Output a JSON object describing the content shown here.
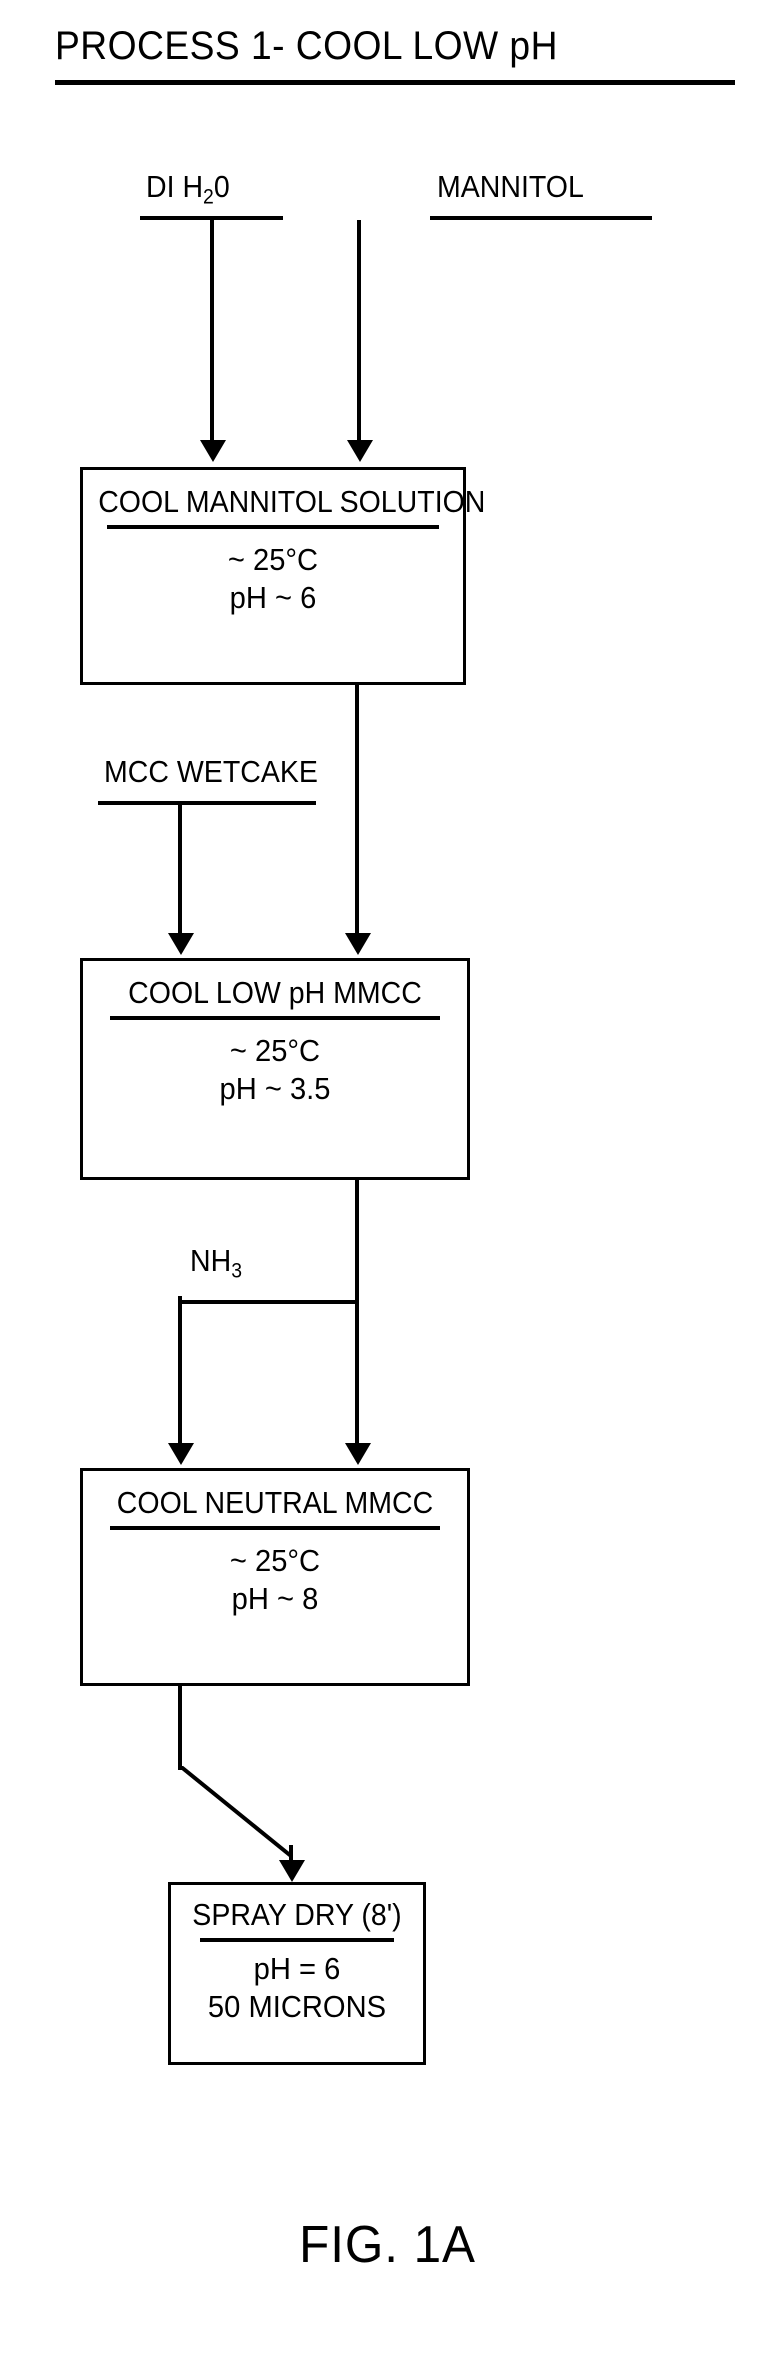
{
  "figure": {
    "title": "PROCESS 1- COOL LOW pH",
    "caption": "FIG. 1A"
  },
  "inputs": [
    {
      "id": "di-water",
      "label_main": "DI H",
      "label_sub": "2",
      "label_tail": "0"
    },
    {
      "id": "mannitol",
      "label_main": "MANNITOL",
      "label_sub": "",
      "label_tail": ""
    },
    {
      "id": "mcc-wetcake",
      "label_main": "MCC WETCAKE",
      "label_sub": "",
      "label_tail": ""
    },
    {
      "id": "ammonia",
      "label_main": "NH",
      "label_sub": "3",
      "label_tail": ""
    }
  ],
  "steps": [
    {
      "id": "cool-mannitol-solution",
      "heading": "COOL MANNITOL SOLUTION",
      "lines": [
        "~ 25°C",
        "pH ~ 6"
      ]
    },
    {
      "id": "cool-low-ph-mmcc",
      "heading": "COOL LOW pH MMCC",
      "lines": [
        "~ 25°C",
        "pH ~ 3.5"
      ]
    },
    {
      "id": "cool-neutral-mmcc",
      "heading": "COOL NEUTRAL MMCC",
      "lines": [
        "~ 25°C",
        "pH ~ 8"
      ]
    },
    {
      "id": "spray-dry",
      "heading": "SPRAY DRY (8')",
      "lines": [
        "pH = 6",
        "50 MICRONS"
      ]
    }
  ],
  "colors": {
    "ink": "#000000",
    "paper": "#ffffff"
  }
}
